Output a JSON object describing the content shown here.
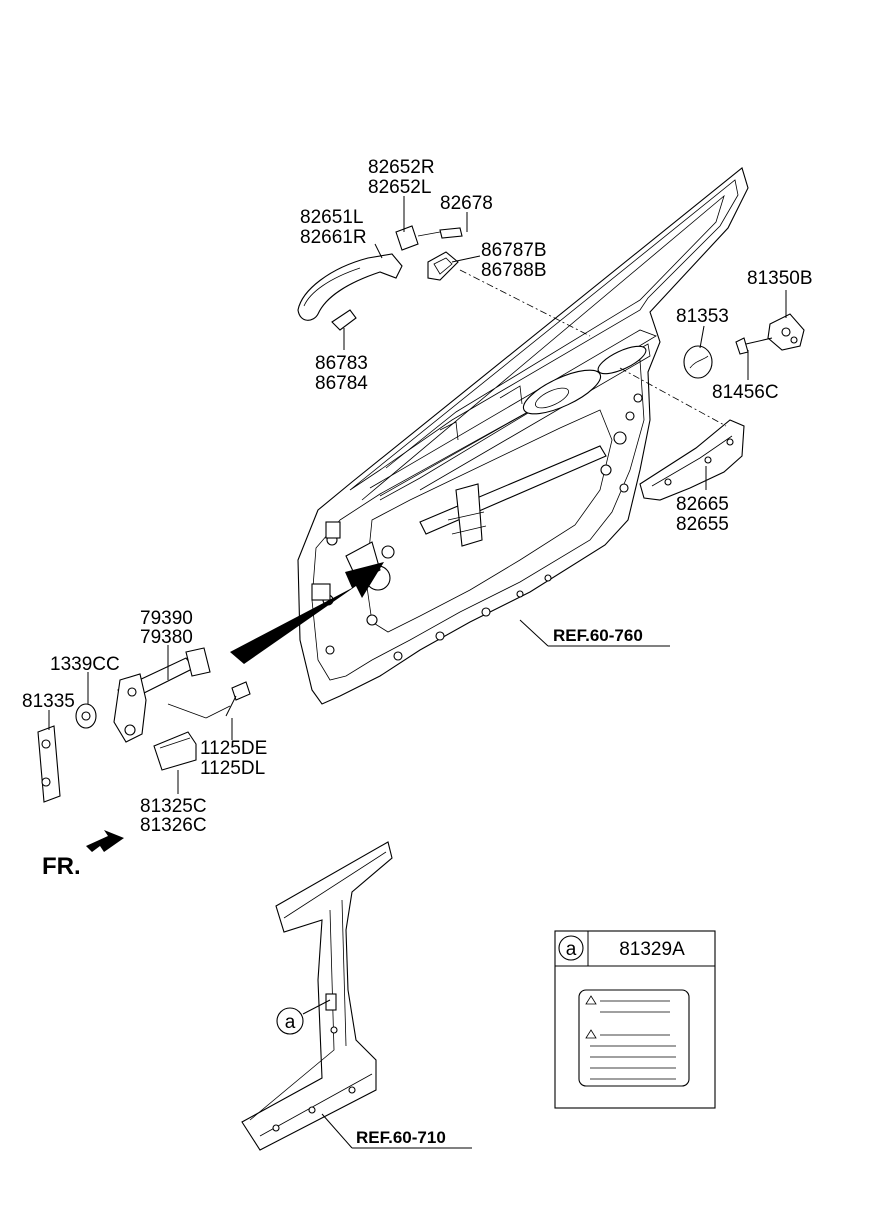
{
  "part_numbers": {
    "p82652R": "82652R",
    "p82652L": "82652L",
    "p82678": "82678",
    "p82651L": "82651L",
    "p82661R": "82661R",
    "p86787B": "86787B",
    "p86788B": "86788B",
    "p81350B": "81350B",
    "p81353": "81353",
    "p86783": "86783",
    "p86784": "86784",
    "p81456C": "81456C",
    "p82665": "82665",
    "p82655": "82655",
    "p79390": "79390",
    "p79380": "79380",
    "p1339CC": "1339CC",
    "p81335": "81335",
    "p1125DE": "1125DE",
    "p1125DL": "1125DL",
    "p81325C": "81325C",
    "p81326C": "81326C"
  },
  "references": {
    "door_ref": "REF.60-760",
    "pillar_ref": "REF.60-710"
  },
  "front_indicator": "FR.",
  "callout": {
    "marker": "a",
    "part": "81329A"
  },
  "pillar_marker": "a",
  "colors": {
    "ink": "#000000",
    "background": "#ffffff"
  }
}
